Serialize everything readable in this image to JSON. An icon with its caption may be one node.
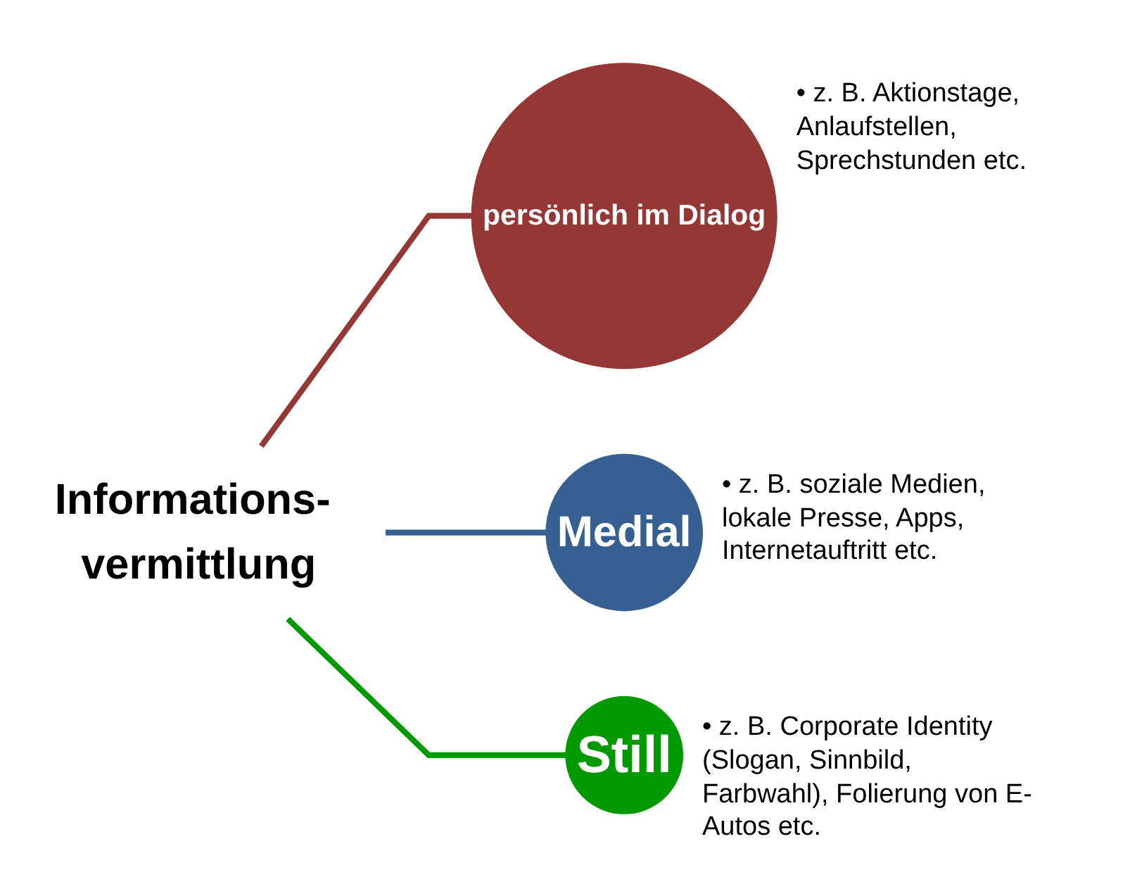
{
  "diagram": {
    "nodes": [
      {
        "text": [
          "Informations- vermittlung"
        ]
      },
      {
        "text": [
          "persönlich im Dialog"
        ],
        "beside": [
          "• z. B. Aktionstage, Anlaufstellen, Sprechstunden etc."
        ]
      },
      {
        "text": [
          "Medial"
        ],
        "beside": [
          "• z. B. soziale Medien, lokale Presse, Apps, Internetauftritt etc."
        ]
      },
      {
        "text": [
          "Still"
        ],
        "beside": [
          "• z. B. Corporate Identity (Slogan, Sinnbild, Farbwahl), Folierung von E-Autos etc."
        ]
      }
    ],
    "edges": [
      {
        "from": 0,
        "to": 1,
        "arrow": "none",
        "color": "#953735"
      },
      {
        "from": 0,
        "to": 2,
        "arrow": "none",
        "color": "#376092"
      },
      {
        "from": 0,
        "to": 3,
        "arrow": "none",
        "color": "#009900"
      }
    ]
  }
}
